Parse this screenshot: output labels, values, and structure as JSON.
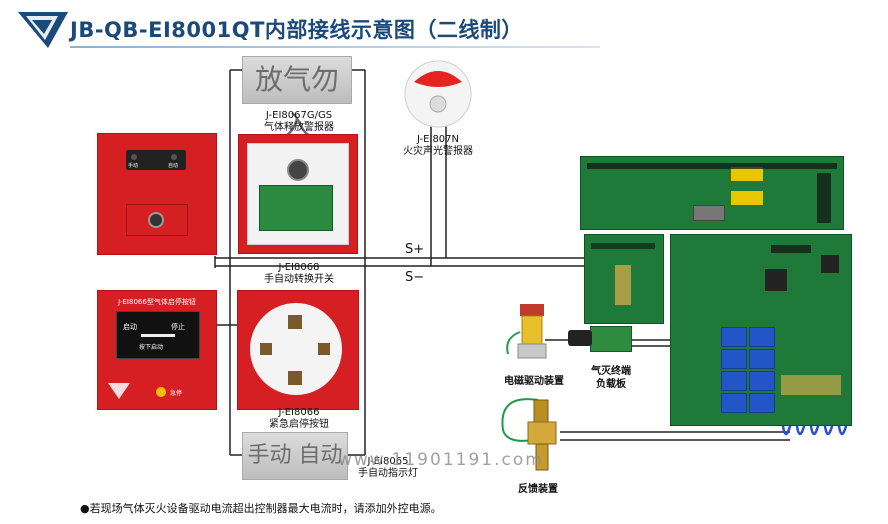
{
  "title": "JB-QB-EI8001QT内部接线示意图（二线制）",
  "lamp_top_text": "放气勿入",
  "lamp_bottom_text": "手动 自动",
  "panel_manual_text": "手动",
  "panel_auto_text": "自动",
  "button_box_title": "J-EI8066型气体启停按钮",
  "button_start": "启动",
  "button_stop": "停止",
  "button_press": "按下启动",
  "button_estop": "急停",
  "captions": {
    "alarm_model": "J-EI8067G/GS",
    "alarm_name": "气体释放警报器",
    "siren_model": "J-EI807N",
    "siren_name": "火灾声光警报器",
    "switch_model": "J-EI8068",
    "switch_name": "手自动转换开关",
    "estop_model": "J-EI8066",
    "estop_name": "紧急启停按钮",
    "indicator_model": "J-EI8065",
    "indicator_name": "手自动指示灯",
    "solenoid": "电磁驱动装置",
    "load_board_l1": "气灭终端",
    "load_board_l2": "负载板",
    "feedback": "反馈装置"
  },
  "bus_labels": {
    "positive": "S+",
    "negative": "S−"
  },
  "watermark": "www.11901191.com",
  "note": "●若现场气体灭火设备驱动电流超出控制器最大电流时，请添加外控电源。",
  "colors": {
    "title": "#1b4a7a",
    "red_device": "#d61f22",
    "pcb_green": "#1f7a3a",
    "relay_blue": "#2255c8",
    "wire": "#222222"
  }
}
